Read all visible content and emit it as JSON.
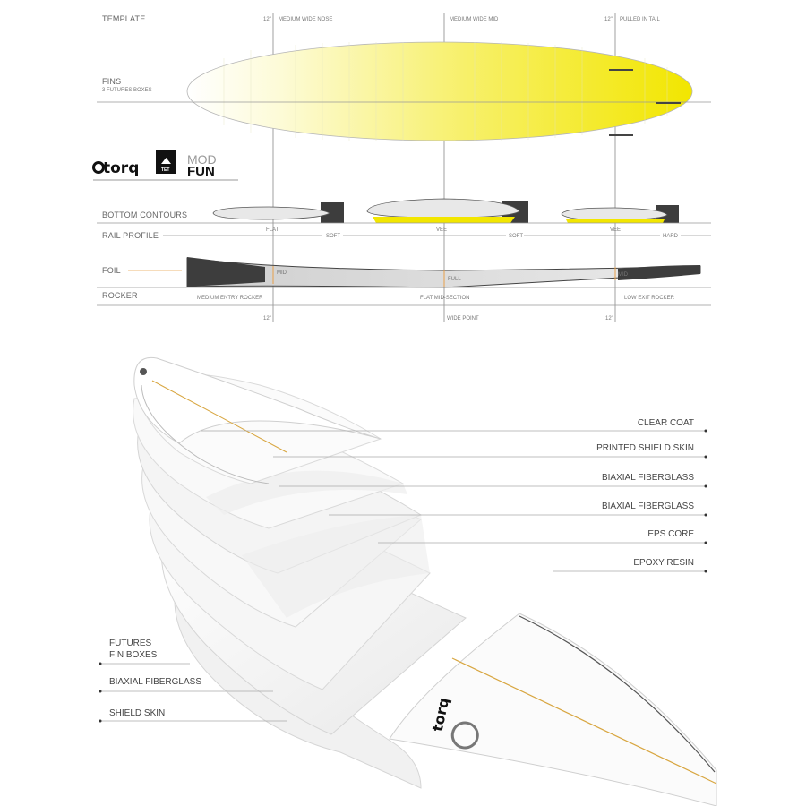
{
  "spec": {
    "template_label": "TEMPLATE",
    "nose_measure": "12\"",
    "nose_label": "MEDIUM WIDE NOSE",
    "mid_label": "MEDIUM WIDE MID",
    "tail_measure": "12\"",
    "tail_label": "PULLED IN TAIL",
    "fins_label": "FINS",
    "fins_sub": "3 FUTURES BOXES",
    "brand_name": "torq",
    "tet_badge": "TET",
    "model_line1": "MOD",
    "model_line2": "FUN",
    "bottom_contours_label": "BOTTOM  CONTOURS",
    "rail_profile_label": "RAIL PROFILE",
    "contour_flat": "FLAT",
    "contour_vee1": "VEE",
    "contour_vee2": "VEE",
    "rail_soft1": "SOFT",
    "rail_soft2": "SOFT",
    "rail_hard": "HARD",
    "foil_label": "FOIL",
    "foil_mid1": "MID",
    "foil_full": "FULL",
    "foil_mid2": "MID",
    "rocker_label": "ROCKER",
    "rocker_entry": "MEDIUM ENTRY ROCKER",
    "rocker_mid": "FLAT MID-SECTION",
    "rocker_exit": "LOW EXIT ROCKER",
    "bottom_measure1": "12\"",
    "bottom_wide": "WIDE POINT",
    "bottom_measure2": "12\""
  },
  "layers_right": [
    "CLEAR COAT",
    "PRINTED SHIELD SKIN",
    "BIAXIAL FIBERGLASS",
    "BIAXIAL FIBERGLASS",
    "EPS CORE",
    "EPOXY RESIN"
  ],
  "layers_left": [
    "FUTURES",
    "FIN BOXES",
    "BIAXIAL FIBERGLASS",
    "SHIELD SKIN"
  ],
  "colors": {
    "accent_yellow": "#f2e600",
    "accent_orange": "#e8a04a",
    "dark_block": "#3d3d3d",
    "line_gray": "#9a9a9a"
  }
}
